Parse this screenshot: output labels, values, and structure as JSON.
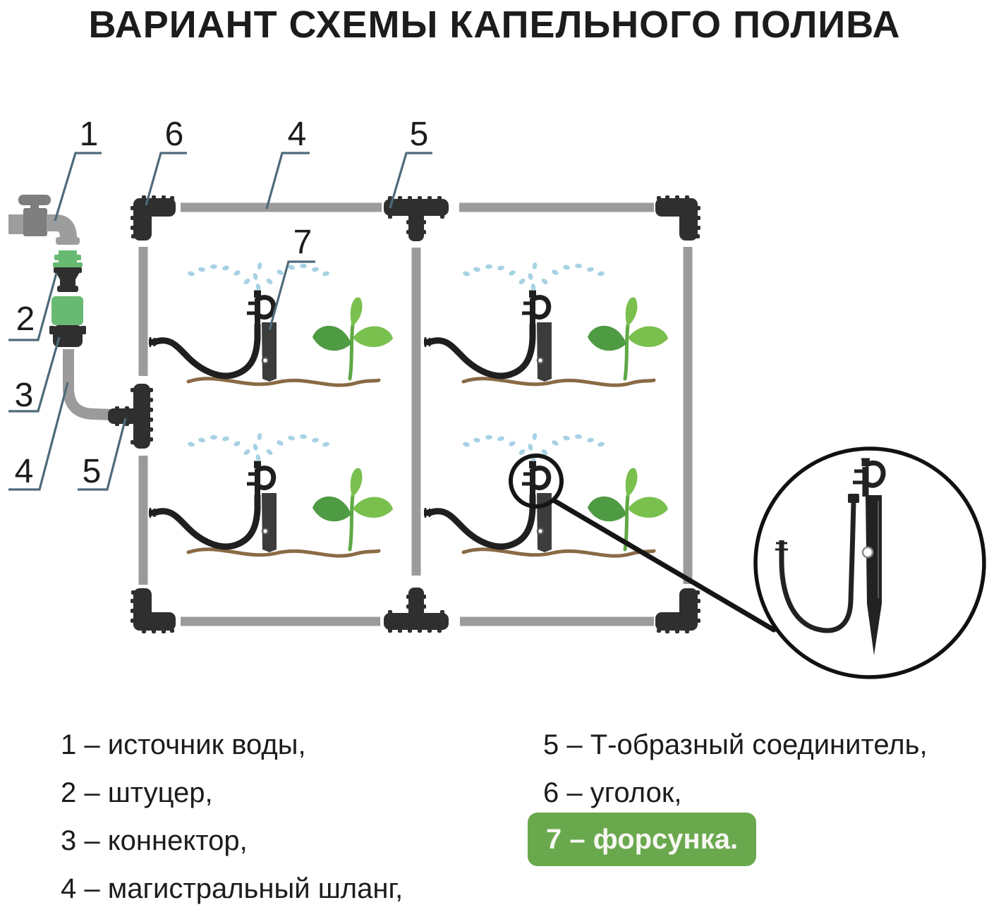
{
  "title": "ВАРИАНТ СХЕМЫ КАПЕЛЬНОГО ПОЛИВА",
  "callouts": {
    "n1": "1",
    "n2": "2",
    "n3": "3",
    "n4_top": "4",
    "n4_left": "4",
    "n5_top": "5",
    "n5_left": "5",
    "n6": "6",
    "n7": "7"
  },
  "legend": {
    "left": [
      "1 – источник воды,",
      "2 – штуцер,",
      "3 – коннектор,",
      "4 – магистральный шланг,"
    ],
    "right": [
      "5 – Т-образный соединитель,",
      "6 – уголок,"
    ],
    "highlight": "7 – форсунка."
  },
  "colors": {
    "text": "#1c1c1c",
    "pipe": "#9b9b9b",
    "fitting": "#2f2f2f",
    "dark": "#1f1f1f",
    "stake": "#3c3c3c",
    "green": "#68ba73",
    "green_box": "#6aa84e",
    "box_text": "#f7f7f2",
    "spray": "#a7d2e4",
    "leaf_dark": "#4f9b43",
    "leaf_light": "#7ac04e",
    "stem_green": "#5fa844",
    "ground": "#8a6a45",
    "leader": "#4e6a7a",
    "tap_gray": "#7e7e7e",
    "tap_light": "#9d9d9d"
  }
}
